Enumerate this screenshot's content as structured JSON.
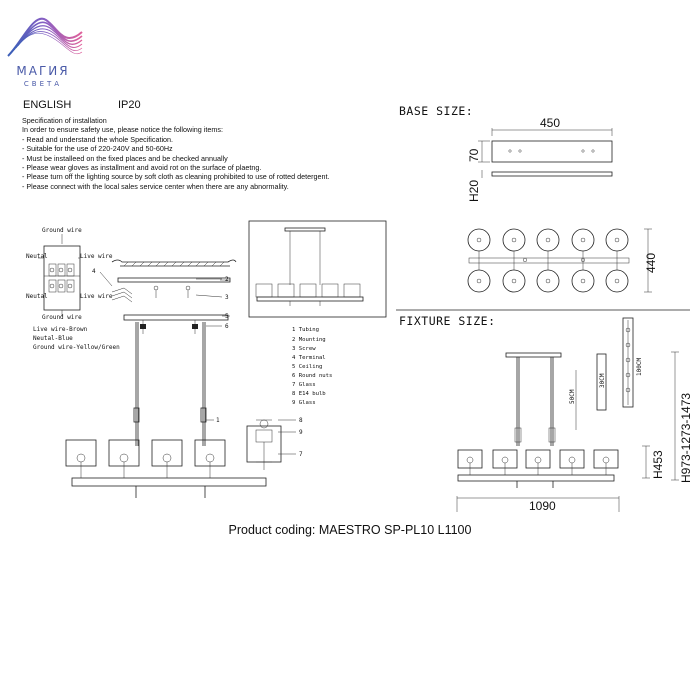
{
  "logo": {
    "name": "МАГИЯ",
    "sub": "СВЕТА"
  },
  "header": {
    "language": "ENGLISH",
    "ip_rating": "IP20"
  },
  "spec": {
    "title": "Specification of installation",
    "lines": [
      "In order to ensure safety use, please notice the following items:",
      "- Read and understand the whole Specification.",
      "- Suitable for the use of 220-240V and 50-60Hz",
      "- Must be installeed on the fixed places and be checked annually",
      "- Please wear gloves as installment and avoid rot on the surface of plaetng.",
      "- Please turn off the lighting source by soft cloth as cleaning prohibited to use of rotted detergent.",
      "- Please connect with the local sales service center when there are any abnormality."
    ]
  },
  "wiring": {
    "ground_top": "Ground wire",
    "ground_bottom": "Ground wire",
    "neutral_top": "Neutal",
    "live_top": "Live wire",
    "neutral_bottom": "Neutal",
    "live_bottom": "Live wire",
    "color_live": "Live wire-Brown",
    "color_neutral": "Neutal-Blue",
    "color_ground": "Ground wire-Yellow/Green"
  },
  "callouts": [
    "1",
    "2",
    "3",
    "4",
    "5",
    "6",
    "7",
    "8",
    "9"
  ],
  "parts": [
    "1 Tubing",
    "2 Mounting",
    "3 Screw",
    "4 Terminal",
    "5 Ceiling",
    "6 Round nuts",
    "7 Glass",
    "8 E14 bulb",
    "9 Glass"
  ],
  "base": {
    "title": "BASE SIZE:",
    "width": "450",
    "thickness": "70",
    "height": "H20",
    "depth": "440"
  },
  "fixture": {
    "title": "FIXTURE SIZE:",
    "rod": "50CM",
    "rod_short": "30CM",
    "rod_long": "100CM",
    "height_shade": "H453",
    "height_total": "H973-1273-1473",
    "width": "1090"
  },
  "product": {
    "coding": "Product coding: MAESTRO SP-PL10 L1100"
  }
}
